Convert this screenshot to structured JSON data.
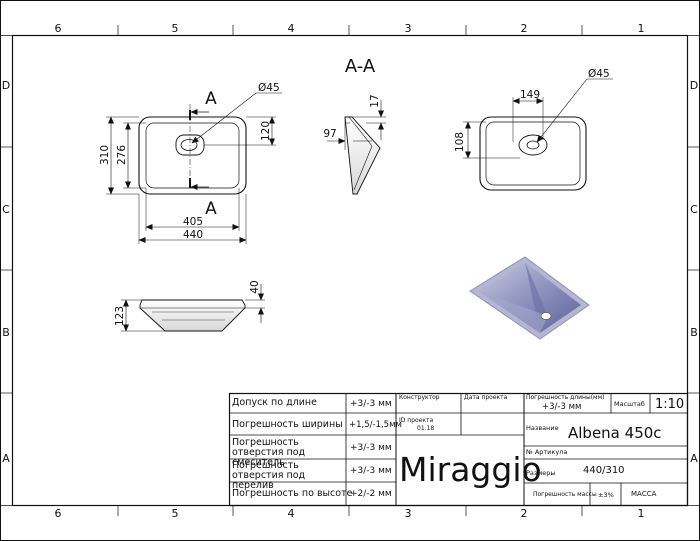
{
  "frame": {
    "columns": [
      "6",
      "5",
      "4",
      "3",
      "2",
      "1"
    ],
    "rows": [
      "D",
      "C",
      "B",
      "A"
    ]
  },
  "section": {
    "title": "A-A",
    "marker": "A"
  },
  "dimensions": {
    "hole_diameter": "Ø45",
    "width_outer": "440",
    "width_inner": "405",
    "depth_outer": "310",
    "depth_inner": "276",
    "hole_offset": "120",
    "section_rim": "17",
    "section_width": "97",
    "hole_x": "149",
    "hole_y": "108",
    "height_total": "123",
    "rim_height": "40"
  },
  "title_block": {
    "tolerances": [
      {
        "label": "Допуск по длине",
        "value": "+3/-3 мм"
      },
      {
        "label": "Погрешность ширины",
        "value": "+1,5/-1,5мм"
      },
      {
        "label": "Погрешность отверстия под смеситель",
        "value": "+3/-3 мм"
      },
      {
        "label": "Погрешность отверстия под перелив",
        "value": "+3/-3 мм"
      },
      {
        "label": "Погрешность по высоте",
        "value": "+2/-2 мм"
      }
    ],
    "constructor_label": "Конструктор",
    "project_date_label": "Дата проекта",
    "project_id_label": "ID проекта",
    "project_id_value": "01.18",
    "brand": "Miraggio",
    "length_tolerance_label": "Погрешность длины(мм)",
    "length_tolerance_value": "+3/-3 мм",
    "scale_label": "Масштаб",
    "scale_value": "1:10",
    "name_label": "Название",
    "name_value": "Albena 450c",
    "article_label": "№ Артикула",
    "sizes_label": "Размеры",
    "sizes_value": "440/310",
    "mass_tolerance_label": "Погрешность массы",
    "mass_tolerance_value": "±3%",
    "mass_label": "МАССА"
  }
}
